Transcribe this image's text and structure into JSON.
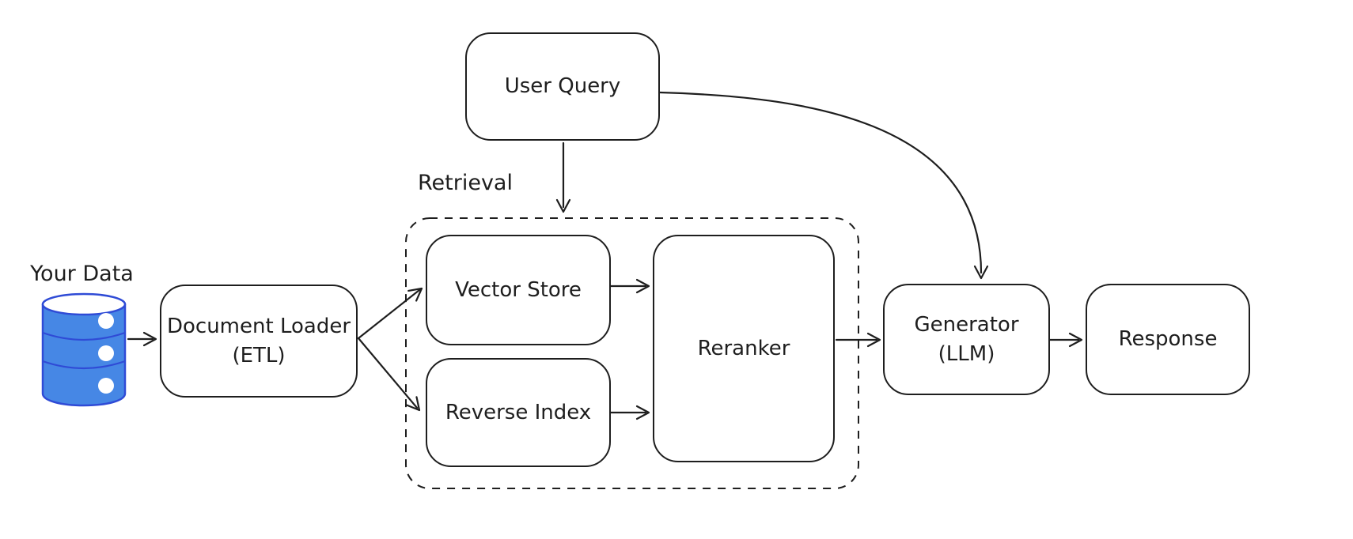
{
  "diagram": {
    "colors": {
      "stroke": "#1e1e1e",
      "background": "#ffffff",
      "database_fill": "#4687e5",
      "database_stroke": "#2f4bd6"
    },
    "source": {
      "icon": "database-icon",
      "label": "Your Data"
    },
    "group": {
      "label": "Retrieval",
      "members": [
        "vector_store",
        "reverse_index",
        "reranker"
      ]
    },
    "nodes": {
      "user_query": {
        "label": "User Query"
      },
      "document_loader": {
        "label": "Document Loader",
        "sublabel": "(ETL)"
      },
      "vector_store": {
        "label": "Vector Store"
      },
      "reverse_index": {
        "label": "Reverse Index"
      },
      "reranker": {
        "label": "Reranker"
      },
      "generator": {
        "label": "Generator",
        "sublabel": "(LLM)"
      },
      "response": {
        "label": "Response"
      }
    },
    "edges": [
      {
        "from": "your_data",
        "to": "document_loader"
      },
      {
        "from": "document_loader",
        "to": "vector_store"
      },
      {
        "from": "document_loader",
        "to": "reverse_index"
      },
      {
        "from": "user_query",
        "to": "retrieval_group"
      },
      {
        "from": "user_query",
        "to": "generator"
      },
      {
        "from": "vector_store",
        "to": "reranker"
      },
      {
        "from": "reverse_index",
        "to": "reranker"
      },
      {
        "from": "reranker",
        "to": "generator"
      },
      {
        "from": "generator",
        "to": "response"
      }
    ]
  }
}
